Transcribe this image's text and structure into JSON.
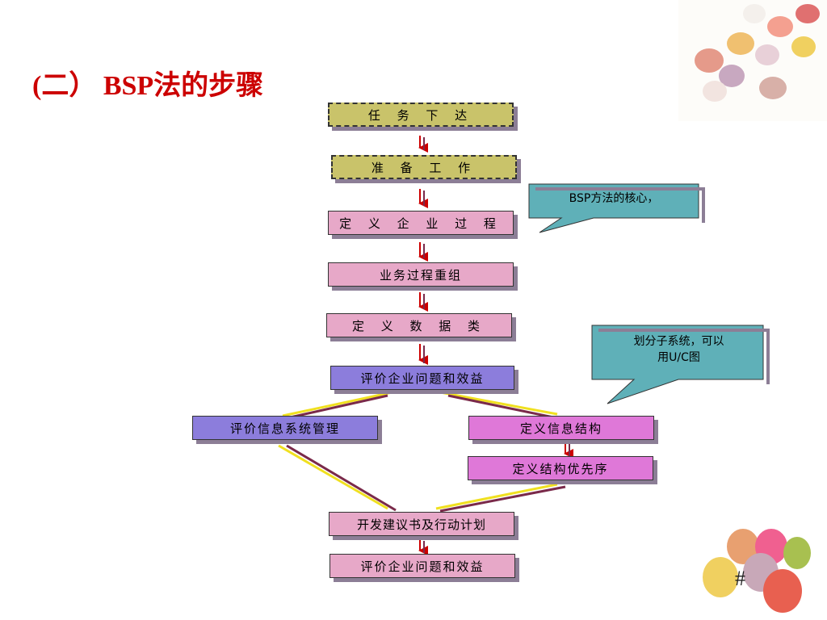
{
  "title": "(二） BSP法的步骤",
  "steps": {
    "task": "任 务 下 达",
    "prepare": "准 备 工 作",
    "define_process": "定 义 企 业 过 程",
    "reorganize": "业务过程重组",
    "define_data": "定 义 数 据 类",
    "evaluate1": "评价企业问题和效益",
    "evaluate_is": "评价信息系统管理",
    "define_info": "定义信息结构",
    "priority": "定义结构优先序",
    "plan": "开发建议书及行动计划",
    "evaluate2": "评价企业问题和效益"
  },
  "callouts": {
    "core": "BSP方法的核心，",
    "subsystem_line1": "划分子系统，可以",
    "subsystem_line2": "用U/C图"
  },
  "slide_number": "#",
  "colors": {
    "title": "#cc0000",
    "olive": "#c9c36a",
    "pink": "#e7a8c8",
    "purple": "#8c7ddc",
    "magenta": "#df78d8",
    "callout": "#5fb0b8",
    "arrow_red": "#cc0000",
    "line_yellow": "#f0e020",
    "line_maroon": "#7a2a4a"
  }
}
